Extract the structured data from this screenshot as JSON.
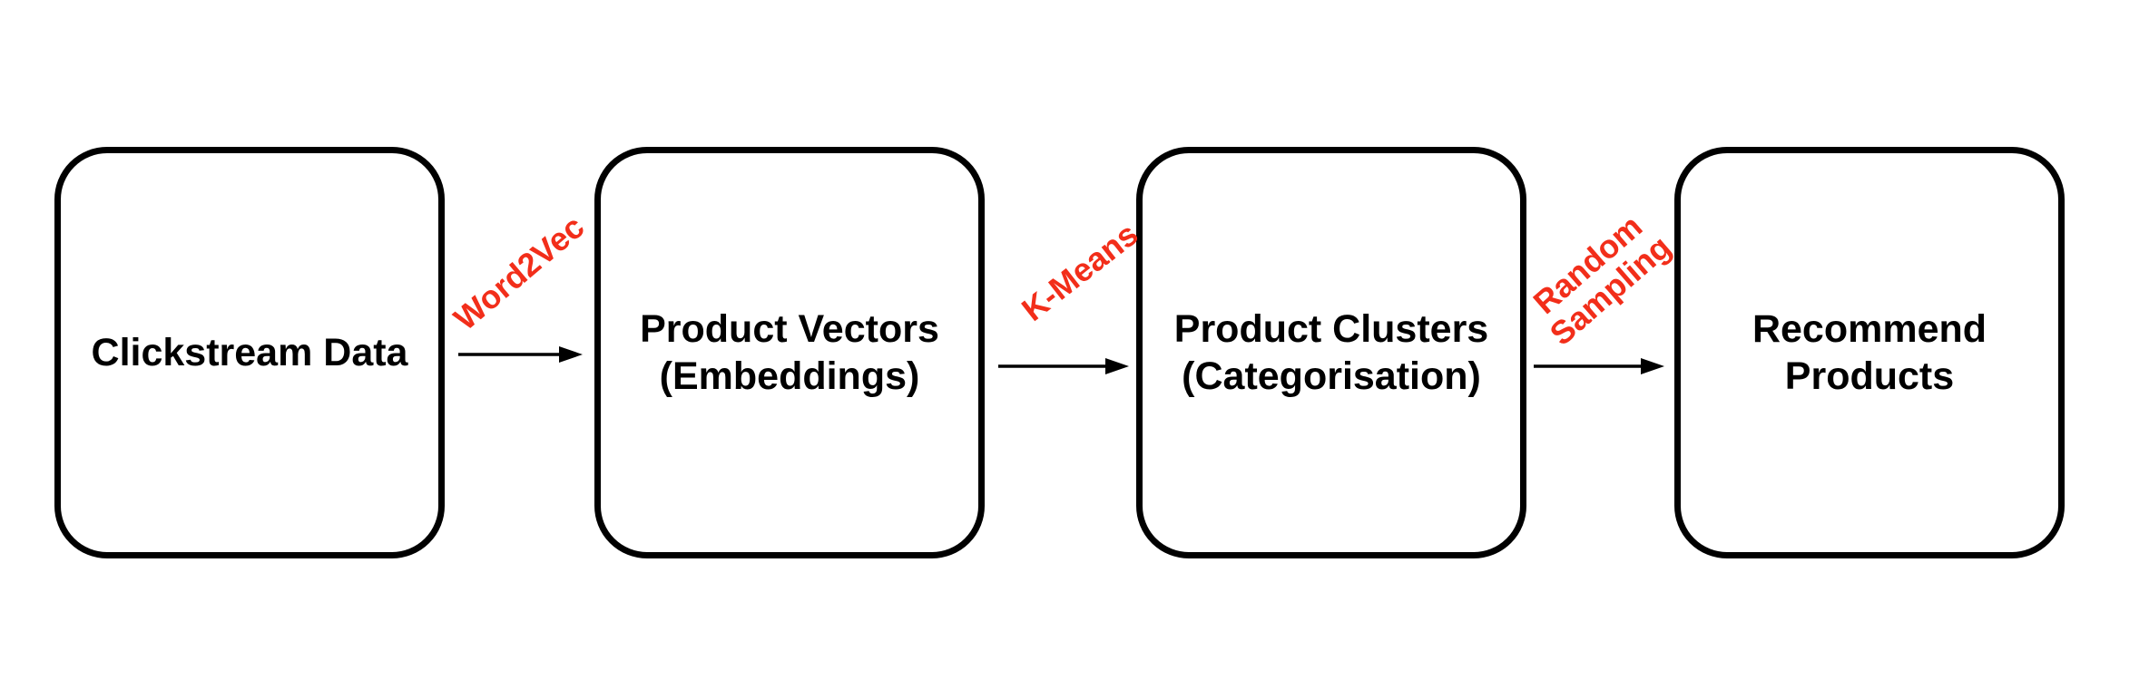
{
  "diagram": {
    "type": "flowchart",
    "direction": "left-to-right",
    "nodes": [
      {
        "id": "clickstream-data",
        "label": "Clickstream Data"
      },
      {
        "id": "product-vectors",
        "label": "Product Vectors\n(Embeddings)"
      },
      {
        "id": "product-clusters",
        "label": "Product Clusters\n(Categorisation)"
      },
      {
        "id": "recommend-products",
        "label": "Recommend\nProducts"
      }
    ],
    "edges": [
      {
        "from": "clickstream-data",
        "to": "product-vectors",
        "label": "Word2Vec"
      },
      {
        "from": "product-vectors",
        "to": "product-clusters",
        "label": "K-Means"
      },
      {
        "from": "product-clusters",
        "to": "recommend-products",
        "label": "Random\nSampling"
      }
    ],
    "colors": {
      "edge_label": "#F22E1A",
      "node_border": "#000000",
      "node_text": "#000000",
      "background": "#FFFFFF"
    }
  }
}
